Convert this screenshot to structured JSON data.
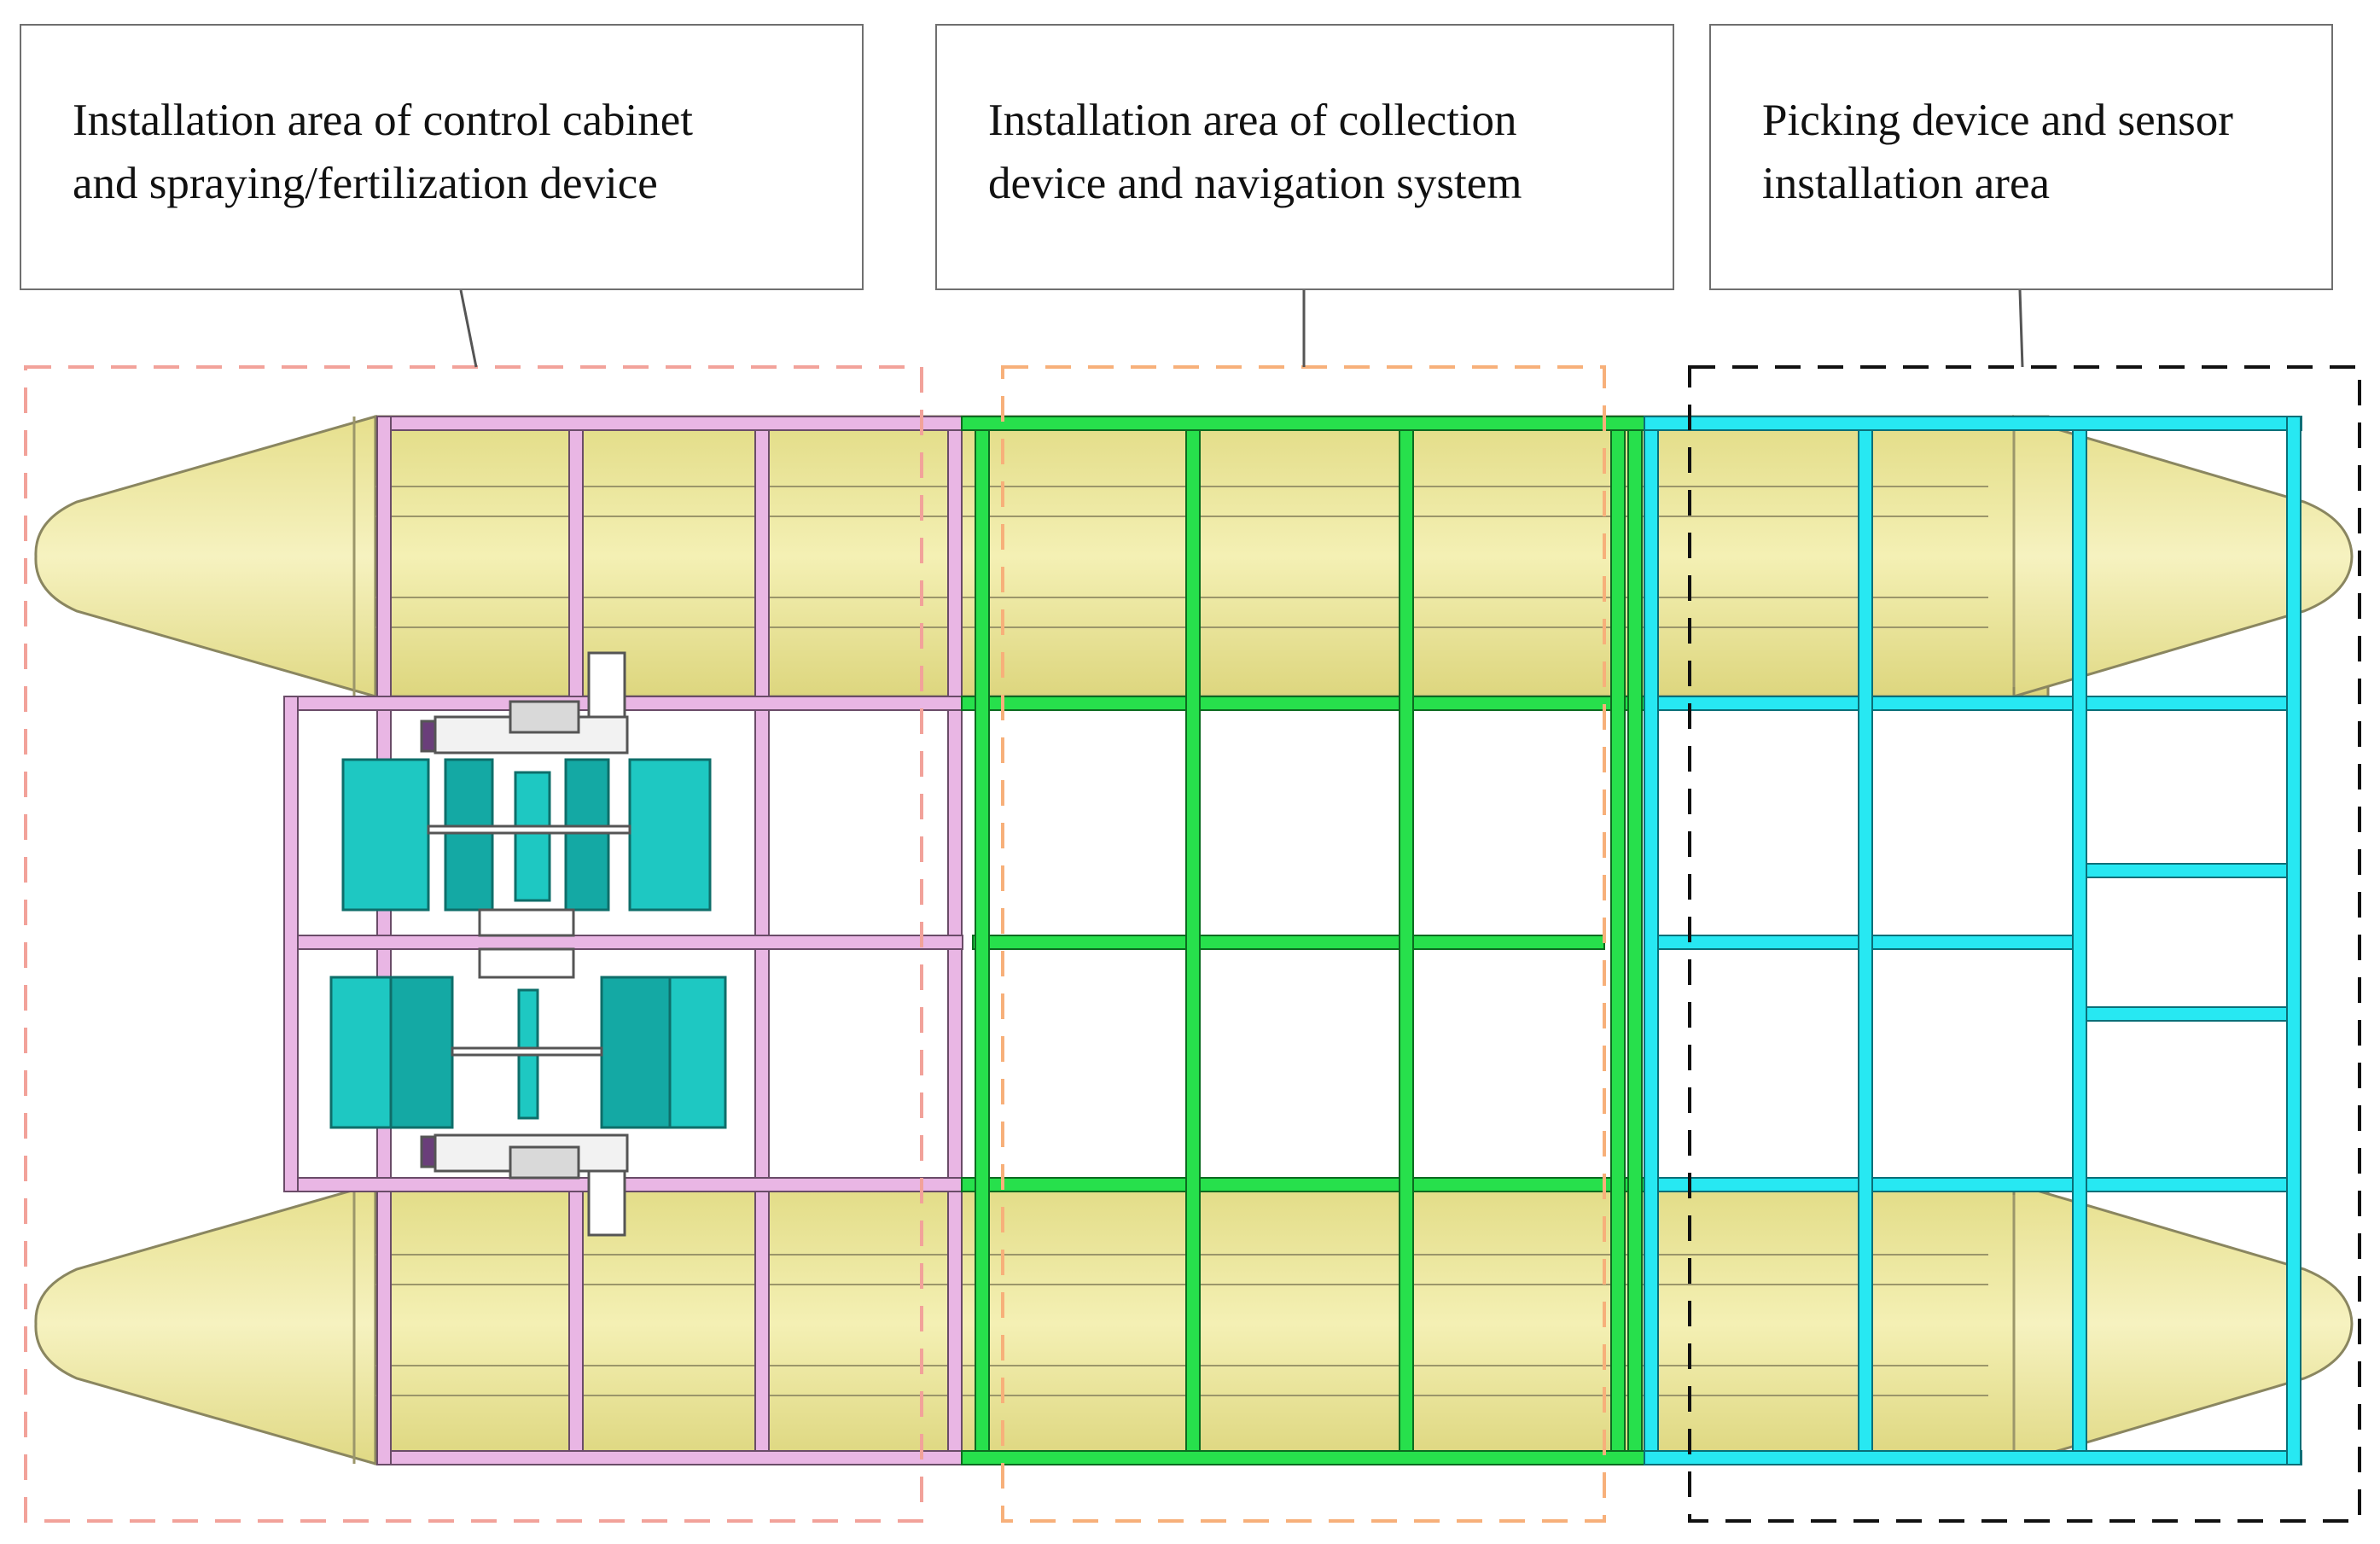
{
  "labels": {
    "left": {
      "line1": "Installation area of control cabinet",
      "line2": "and spraying/fertilization device"
    },
    "middle": {
      "line1": "Installation area of collection",
      "line2": "device and navigation system"
    },
    "right": {
      "line1": "Picking device and sensor",
      "line2": "installation area"
    }
  },
  "colors": {
    "hull_fill": "#efeaa0",
    "hull_stroke": "#8a8660",
    "frame_pink": "#e7b2e2",
    "frame_green": "#22e04a",
    "frame_cyan": "#22e8f0",
    "module_teal": "#1cc4bf",
    "region_left": "#f2a29a",
    "region_middle": "#f7b07a",
    "region_right": "#111111",
    "leader": "#555555"
  }
}
